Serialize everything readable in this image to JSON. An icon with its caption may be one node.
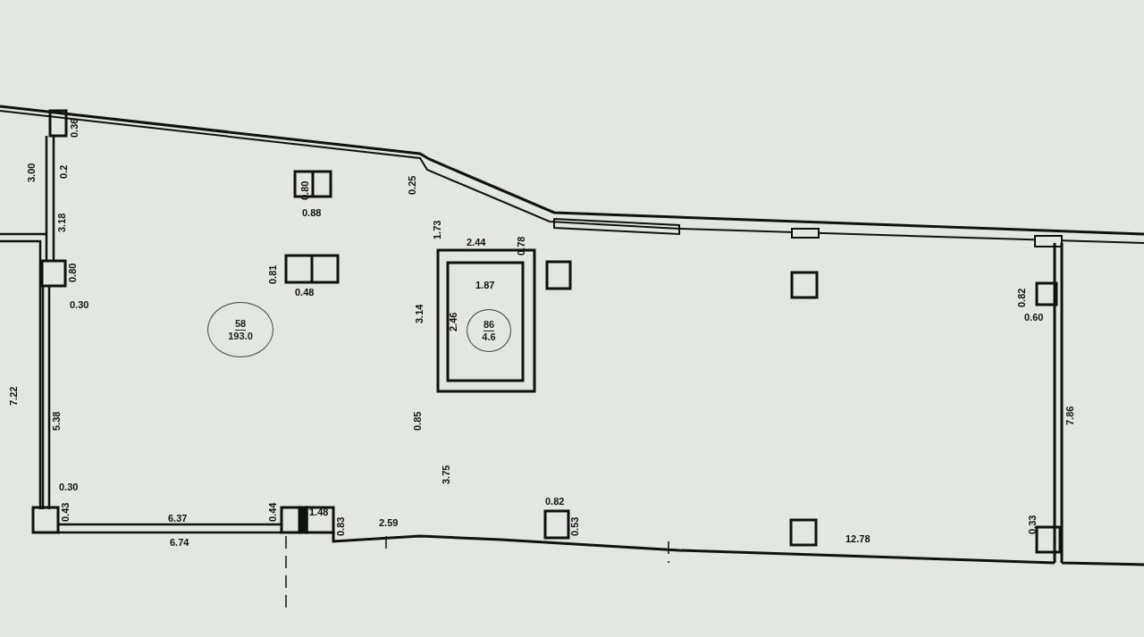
{
  "diagram": {
    "nodes": [
      {
        "text": [
          "58",
          "193.0"
        ]
      },
      {
        "text": [
          "86",
          "4.6"
        ]
      }
    ],
    "labels": [
      "0.36",
      "0.2",
      "3.00",
      "3.18",
      "0.80",
      "0.88",
      "0.25",
      "1.73",
      "2.44",
      "0.78",
      "0.80",
      "0.30",
      "0.81",
      "0.48",
      "1.87",
      "0.82",
      "3.14",
      "2.46",
      "0.60",
      "7.22",
      "5.38",
      "0.85",
      "3.75",
      "7.86",
      "0.30",
      "0.43",
      "0.82",
      "0.44",
      "1.48",
      "6.37",
      "0.83",
      "2.59",
      "0.53",
      "0.33",
      "12.78",
      "6.74"
    ]
  }
}
